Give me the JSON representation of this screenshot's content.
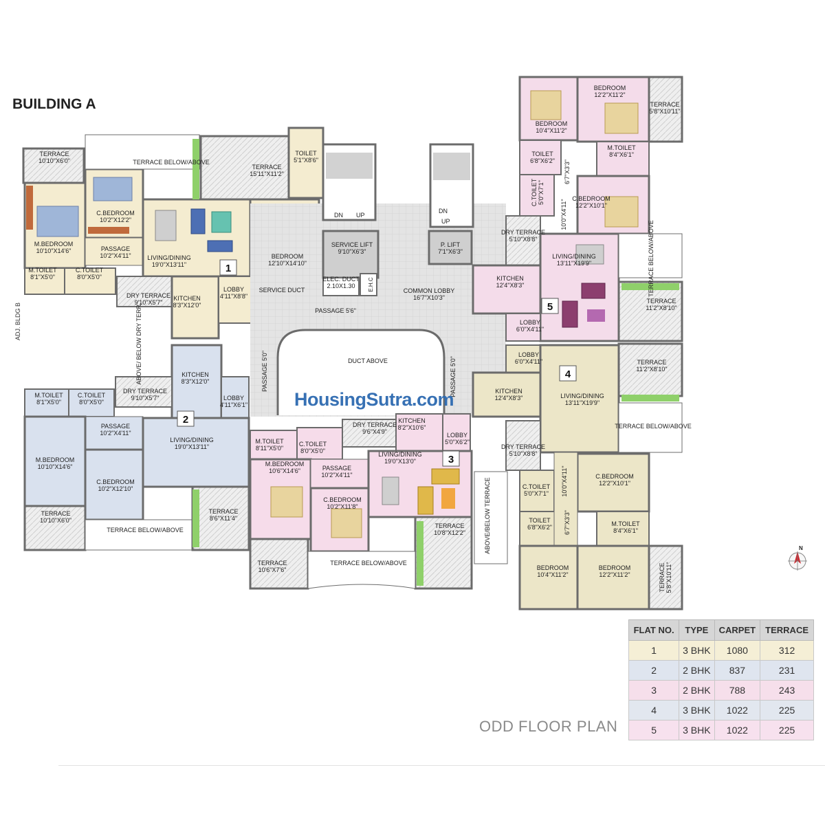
{
  "building_title": "BUILDING A",
  "plan_caption": "ODD FLOOR PLAN",
  "side_label": "ADJ. BLDG B",
  "watermark": "HousingSutra.com",
  "colors": {
    "flat1": "#f4ecd0",
    "flat2": "#d9e1ee",
    "flat3": "#f6dcea",
    "flat4": "#ece6c8",
    "flat5": "#f4dcea",
    "common": "#dcdcdc",
    "terrace": "#ececec",
    "wall": "#6b6b6b"
  },
  "unit_numbers": [
    "1",
    "2",
    "3",
    "4",
    "5"
  ],
  "rooms": [
    {
      "name": "TERRACE",
      "dim": "10'10\"X6'0\""
    },
    {
      "name": "TERRACE BELOW/ABOVE",
      "dim": ""
    },
    {
      "name": "TERRACE",
      "dim": "15'11\"X11'2\""
    },
    {
      "name": "TOILET",
      "dim": "5'1\"X8'6\""
    },
    {
      "name": "C.BEDROOM",
      "dim": "10'2\"X12'2\""
    },
    {
      "name": "M.BEDROOM",
      "dim": "10'10\"X14'6\""
    },
    {
      "name": "PASSAGE",
      "dim": "10'2\"X4'11\""
    },
    {
      "name": "LIVING/DINING",
      "dim": "19'0\"X13'11\""
    },
    {
      "name": "BEDROOM",
      "dim": "12'10\"X14'10\""
    },
    {
      "name": "M.TOILET",
      "dim": "8'1\"X5'0\""
    },
    {
      "name": "C.TOILET",
      "dim": "8'0\"X5'0\""
    },
    {
      "name": "DRY TERRACE",
      "dim": "9'10\"X5'7\""
    },
    {
      "name": "KITCHEN",
      "dim": "8'3\"X12'0\""
    },
    {
      "name": "LOBBY",
      "dim": "4'11\"X8'8\""
    },
    {
      "name": "SERVICE DUCT",
      "dim": ""
    },
    {
      "name": "SERVICE LIFT",
      "dim": "9'10\"X6'3\""
    },
    {
      "name": "P. LIFT",
      "dim": "7'1\"X6'3\""
    },
    {
      "name": "ELEC. DUCT",
      "dim": "2.10X1.30"
    },
    {
      "name": "COMMON LOBBY",
      "dim": "16'7\"X10'3\""
    },
    {
      "name": "PASSAGE 5'6\"",
      "dim": ""
    },
    {
      "name": "DUCT ABOVE",
      "dim": ""
    },
    {
      "name": "ABOVE/ BELOW DRY TERR.",
      "dim": ""
    },
    {
      "name": "KITCHEN",
      "dim": "8'3\"X12'0\""
    },
    {
      "name": "DRY TERRACE",
      "dim": "9'10\"X5'7\""
    },
    {
      "name": "LOBBY",
      "dim": "4'11\"X6'1\""
    },
    {
      "name": "M.TOILET",
      "dim": "8'1\"X5'0\""
    },
    {
      "name": "C.TOILET",
      "dim": "8'0\"X5'0\""
    },
    {
      "name": "PASSAGE",
      "dim": "10'2\"X4'11\""
    },
    {
      "name": "LIVING/DINING",
      "dim": "19'0\"X13'11\""
    },
    {
      "name": "M.BEDROOM",
      "dim": "10'10\"X14'6\""
    },
    {
      "name": "C.BEDROOM",
      "dim": "10'2\"X12'10\""
    },
    {
      "name": "TERRACE",
      "dim": "10'10\"X6'0\""
    },
    {
      "name": "TERRACE BELOW/ABOVE",
      "dim": ""
    },
    {
      "name": "TERRACE",
      "dim": "8'6\"X11'4\""
    },
    {
      "name": "DRY TERRACE",
      "dim": "9'6\"X4'9\""
    },
    {
      "name": "KITCHEN",
      "dim": "8'2\"X10'6\""
    },
    {
      "name": "LOBBY",
      "dim": "5'0\"X6'2\""
    },
    {
      "name": "M.TOILET",
      "dim": "8'11\"X5'0\""
    },
    {
      "name": "C.TOILET",
      "dim": "8'0\"X5'0\""
    },
    {
      "name": "LIVING/DINING",
      "dim": "19'0\"X13'0\""
    },
    {
      "name": "M.BEDROOM",
      "dim": "10'6\"X14'6\""
    },
    {
      "name": "PASSAGE",
      "dim": "10'2\"X4'11\""
    },
    {
      "name": "C.BEDROOM",
      "dim": "10'2\"X11'8\""
    },
    {
      "name": "TERRACE",
      "dim": "10'8\"X12'2\""
    },
    {
      "name": "TERRACE",
      "dim": "10'6\"X7'6\""
    },
    {
      "name": "TERRACE BELOW/ABOVE",
      "dim": ""
    },
    {
      "name": "BEDROOM",
      "dim": "10'4\"X11'2\""
    },
    {
      "name": "BEDROOM",
      "dim": "12'2\"X11'2\""
    },
    {
      "name": "TERRACE",
      "dim": "5'8\"X10'11\""
    },
    {
      "name": "TOILET",
      "dim": "6'8\"X6'2\""
    },
    {
      "name": "M.TOILET",
      "dim": "8'4\"X6'1\""
    },
    {
      "name": "C.TOILET",
      "dim": "5'0\"X7'1\""
    },
    {
      "name": "C.BEDROOM",
      "dim": "12'2\"X10'1\""
    },
    {
      "name": "DRY TERRACE",
      "dim": "5'10\"X8'8\""
    },
    {
      "name": "LIVING/DINING",
      "dim": "13'11\"X19'9\""
    },
    {
      "name": "TERRACE BELOW/ABOVE",
      "dim": ""
    },
    {
      "name": "KITCHEN",
      "dim": "12'4\"X8'3\""
    },
    {
      "name": "TERRACE",
      "dim": "11'2\"X8'10\""
    },
    {
      "name": "LOBBY",
      "dim": "6'0\"X4'11\""
    },
    {
      "name": "LOBBY",
      "dim": "6'0\"X4'11\""
    },
    {
      "name": "TERRACE",
      "dim": "11'2\"X8'10\""
    },
    {
      "name": "KITCHEN",
      "dim": "12'4\"X8'3\""
    },
    {
      "name": "LIVING/DINING",
      "dim": "13'11\"X19'9\""
    },
    {
      "name": "TERRACE BELOW/ABOVE",
      "dim": ""
    },
    {
      "name": "DRY TERRACE",
      "dim": "5'10\"X8'8\""
    },
    {
      "name": "C.BEDROOM",
      "dim": "12'2\"X10'1\""
    },
    {
      "name": "C.TOILET",
      "dim": "5'0\"X7'1\""
    },
    {
      "name": "TOILET",
      "dim": "6'8\"X6'2\""
    },
    {
      "name": "M.TOILET",
      "dim": "8'4\"X6'1\""
    },
    {
      "name": "BEDROOM",
      "dim": "10'4\"X11'2\""
    },
    {
      "name": "BEDROOM",
      "dim": "12'2\"X11'2\""
    },
    {
      "name": "TERRACE",
      "dim": "5'8\"X10'11\""
    },
    {
      "name": "ABOVE/BELOW TERRACE",
      "dim": ""
    },
    {
      "name": "PASSAGE 5'0\"",
      "dim": ""
    },
    {
      "name": "PASSAGE 5'0\"",
      "dim": ""
    },
    {
      "name": "10'0\"X4'11\"",
      "dim": ""
    },
    {
      "name": "6'7\"X3'3\"",
      "dim": ""
    },
    {
      "name": "10'0\"X4'11\"",
      "dim": ""
    },
    {
      "name": "6'7\"X3'3\"",
      "dim": ""
    }
  ],
  "stairs": {
    "dn": "DN",
    "up": "UP"
  },
  "ehc": "E.H.C",
  "table": {
    "headers": [
      "FLAT NO.",
      "TYPE",
      "CARPET",
      "TERRACE"
    ],
    "rows": [
      {
        "flat": "1",
        "type": "3 BHK",
        "carpet": "1080",
        "terrace": "312",
        "color": "#f5efd6"
      },
      {
        "flat": "2",
        "type": "2 BHK",
        "carpet": "837",
        "terrace": "231",
        "color": "#dfe5ef"
      },
      {
        "flat": "3",
        "type": "2 BHK",
        "carpet": "788",
        "terrace": "243",
        "color": "#f6dfeb"
      },
      {
        "flat": "4",
        "type": "3 BHK",
        "carpet": "1022",
        "terrace": "225",
        "color": "#e2e7ef"
      },
      {
        "flat": "5",
        "type": "3 BHK",
        "carpet": "1022",
        "terrace": "225",
        "color": "#f7e1ee"
      }
    ]
  }
}
